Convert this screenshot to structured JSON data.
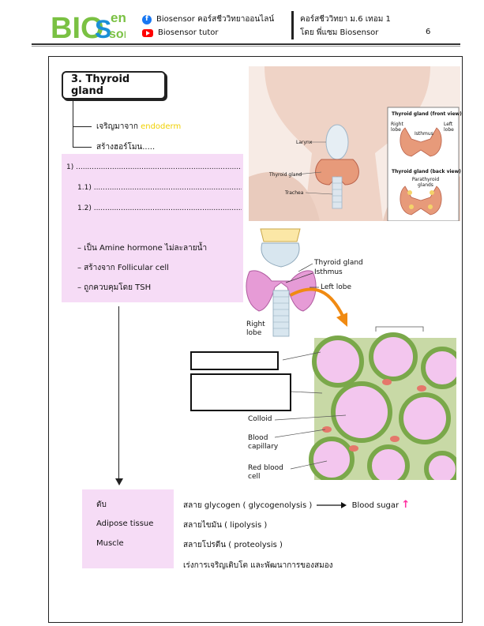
{
  "header": {
    "logo_text_1": "BIO",
    "logo_text_2": "S",
    "logo_text_3": "en",
    "logo_text_4": "sor",
    "facebook_text": "Biosensor คอร์สชีววิทยาออนไลน์",
    "youtube_text": "Biosensor tutor",
    "course_line_1": "คอร์สชีววิทยา ม.6 เทอม 1",
    "course_line_2": "โดย พี่แซม Biosensor",
    "page_number": "6",
    "colors": {
      "logo_green": "#7ac143",
      "logo_blue": "#1a8fd6",
      "facebook": "#1877f2",
      "youtube": "#ff0000"
    }
  },
  "section": {
    "title": "3. Thyroid gland",
    "origin_prefix": "เจริญมาจาก",
    "origin_highlight": "endoderm",
    "produce_label": "สร้างฮอร์โมน.....",
    "highlight_color": "#f0d000"
  },
  "notes": {
    "line_1_label": "1)",
    "line_1_1_label": "1.1)",
    "line_1_2_label": "1.2)",
    "dots": "...................................................................................",
    "bullets": [
      "– เป็น Amine hormone ไม่ละลายน้ำ",
      "– สร้างจาก Follicular cell",
      "– ถูกควบคุมโดย TSH"
    ],
    "box_color": "#f6dcf6"
  },
  "targets": {
    "items": [
      {
        "organ": "ตับ",
        "effect": "สลาย glycogen ( glycogenolysis )",
        "extra": "Blood sugar"
      },
      {
        "organ": "Adipose tissue",
        "effect": "สลายไขมัน ( lipolysis )"
      },
      {
        "organ": "Muscle",
        "effect": "สลายโปรตีน ( proteolysis )"
      },
      {
        "organ": "",
        "effect": "เร่งการเจริญเติบโต และพัฒนาการของสมอง"
      }
    ],
    "arrow_color": "#ff2fa0"
  },
  "neck_figure": {
    "larynx": "Larynx",
    "thyroid_gland": "Thyroid gland",
    "trachea": "Trachea",
    "front_title": "Thyroid gland (front view)",
    "right_lobe": "Right lobe",
    "isthmus": "Isthmus",
    "left_lobe": "Left lobe",
    "back_title": "Thyroid gland (back view)",
    "parathyroid": "Parathyroid glands"
  },
  "gland_figure": {
    "thyroid_gland": "Thyroid gland",
    "isthmus": "Isthmus",
    "left_lobe": "Left lobe",
    "right_lobe": "Right lobe"
  },
  "histology": {
    "colloid": "Colloid",
    "blood_capillary": "Blood capillary",
    "red_blood_cell": "Red blood cell"
  }
}
